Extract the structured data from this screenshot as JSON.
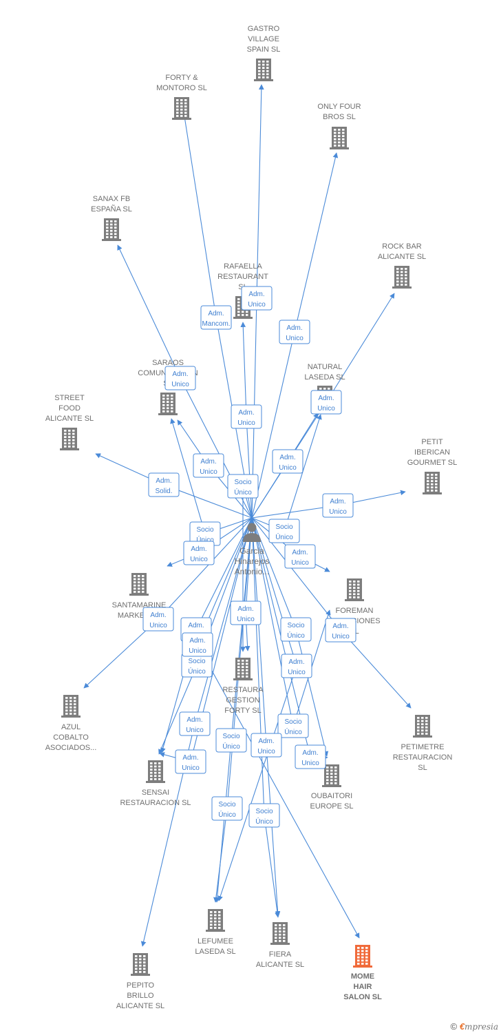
{
  "colors": {
    "edge": "#4a8ad8",
    "building": "#7d7d7d",
    "highlight": "#f06a3a",
    "text": "#6f6f6f"
  },
  "person": {
    "icon": "person-icon",
    "lines": [
      "Garcia",
      "Hinarejos",
      "Antonio..."
    ]
  },
  "companies": [
    {
      "id": "gastro",
      "lines": [
        "GASTRO",
        "VILLAGE",
        "SPAIN  SL"
      ]
    },
    {
      "id": "forty_montoro",
      "lines": [
        "FORTY &",
        "MONTORO  SL"
      ]
    },
    {
      "id": "only_four",
      "lines": [
        "ONLY FOUR",
        "BROS  SL"
      ]
    },
    {
      "id": "sanax",
      "lines": [
        "SANAX FB",
        "ESPAÑA  SL"
      ]
    },
    {
      "id": "rock_bar",
      "lines": [
        "ROCK BAR",
        "ALICANTE  SL"
      ]
    },
    {
      "id": "rafaella",
      "lines": [
        "RAFAELLA",
        "RESTAURANT",
        "SL"
      ]
    },
    {
      "id": "saraos",
      "lines": [
        "SARAOS",
        "COMUNICACION",
        "SL"
      ]
    },
    {
      "id": "natural",
      "lines": [
        "NATURAL",
        "LASEDA  SL"
      ]
    },
    {
      "id": "street_food",
      "lines": [
        "STREET",
        "FOOD",
        "ALICANTE  SL"
      ]
    },
    {
      "id": "petit",
      "lines": [
        "PETIT",
        "IBERICAN",
        "GOURMET SL"
      ]
    },
    {
      "id": "santamarine",
      "lines": [
        "SANTAMARINE",
        "MARKET SL"
      ]
    },
    {
      "id": "foreman",
      "lines": [
        "FOREMAN",
        "INVERSIONES",
        "SL"
      ]
    },
    {
      "id": "restaura",
      "lines": [
        "RESTAURA",
        "GESTION",
        "FORTY SL"
      ]
    },
    {
      "id": "azul",
      "lines": [
        "AZUL",
        "COBALTO",
        "ASOCIADOS..."
      ]
    },
    {
      "id": "petimetre",
      "lines": [
        "PETIMETRE",
        "RESTAURACION",
        "SL"
      ]
    },
    {
      "id": "sensai",
      "lines": [
        "SENSAI",
        "RESTAURACION SL"
      ]
    },
    {
      "id": "oubaitori",
      "lines": [
        "OUBAITORI",
        "EUROPE  SL"
      ]
    },
    {
      "id": "lefumee",
      "lines": [
        "LEFUMEE",
        "LASEDA  SL"
      ]
    },
    {
      "id": "fiera",
      "lines": [
        "FIERA",
        "ALICANTE  SL"
      ]
    },
    {
      "id": "mome",
      "lines": [
        "MOME",
        "HAIR",
        "SALON  SL"
      ],
      "highlight": true
    },
    {
      "id": "pepito",
      "lines": [
        "PEPITO",
        "BRILLO",
        "ALICANTE  SL"
      ]
    }
  ],
  "relations": [
    {
      "lines": [
        "Adm.",
        "Mancom."
      ]
    },
    {
      "lines": [
        "Adm.",
        "Unico"
      ]
    },
    {
      "lines": [
        "Adm.",
        "Unico"
      ]
    },
    {
      "lines": [
        "Adm.",
        "Unico"
      ]
    },
    {
      "lines": [
        "Adm.",
        "Unico"
      ]
    },
    {
      "lines": [
        "Adm.",
        "Unico"
      ]
    },
    {
      "lines": [
        "Adm.",
        "Unico"
      ]
    },
    {
      "lines": [
        "Adm.",
        "Unico"
      ]
    },
    {
      "lines": [
        "Adm.",
        "Solid."
      ]
    },
    {
      "lines": [
        "Socio",
        "Único"
      ]
    },
    {
      "lines": [
        "Adm.",
        "Unico"
      ]
    },
    {
      "lines": [
        "Socio",
        "Único"
      ]
    },
    {
      "lines": [
        "Socio",
        "Único"
      ]
    },
    {
      "lines": [
        "Adm.",
        "Unico"
      ]
    },
    {
      "lines": [
        "Adm.",
        "Unico"
      ]
    },
    {
      "lines": [
        "Adm.",
        "Unico"
      ]
    },
    {
      "lines": [
        "Adm.",
        "Unico"
      ]
    },
    {
      "lines": [
        "Adm.",
        "Solid."
      ]
    },
    {
      "lines": [
        "Socio",
        "Único"
      ]
    },
    {
      "lines": [
        "Socio",
        "Único"
      ]
    },
    {
      "lines": [
        "Adm.",
        "Unico"
      ]
    },
    {
      "lines": [
        "Adm.",
        "Unico"
      ]
    },
    {
      "lines": [
        "Adm.",
        "Unico"
      ]
    },
    {
      "lines": [
        "Socio",
        "Único"
      ]
    },
    {
      "lines": [
        "Socio",
        "Único"
      ]
    },
    {
      "lines": [
        "Adm.",
        "Unico"
      ]
    },
    {
      "lines": [
        "Adm.",
        "Unico"
      ]
    },
    {
      "lines": [
        "Adm.",
        "Unico"
      ]
    },
    {
      "lines": [
        "Adm.",
        "Unico"
      ]
    },
    {
      "lines": [
        "Socio",
        "Único"
      ]
    },
    {
      "lines": [
        "Socio",
        "Único"
      ]
    }
  ],
  "footer": {
    "copyright": "©",
    "brand_initial": "€",
    "brand_rest": "mpresia"
  }
}
